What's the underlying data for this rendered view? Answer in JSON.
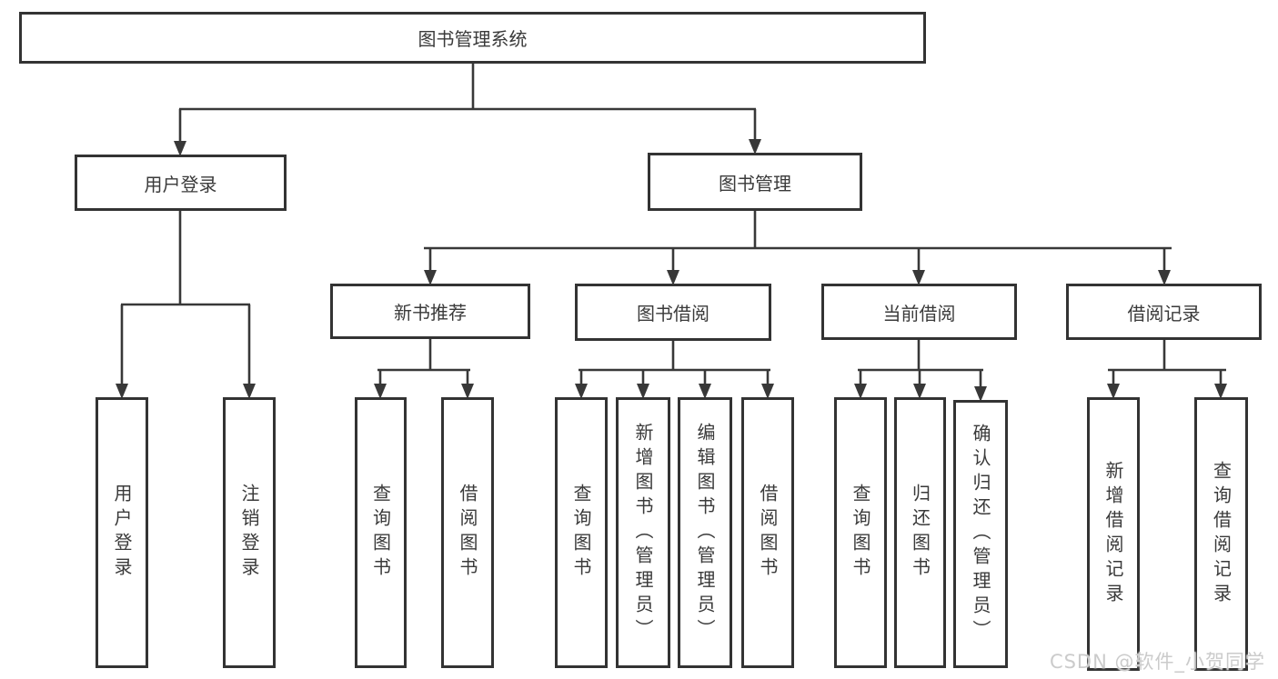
{
  "nodes": {
    "root": "图书管理系统",
    "level2": [
      "用户登录",
      "图书管理"
    ],
    "level3": [
      "新书推荐",
      "图书借阅",
      "当前借阅",
      "借阅记录"
    ],
    "login_children": [
      "用户登录",
      "注销登录"
    ],
    "recommend_children": [
      "查询图书",
      "借阅图书"
    ],
    "borrow_children": [
      "查询图书",
      "新增图书（管理员）",
      "编辑图书（管理员）",
      "借阅图书"
    ],
    "current_children": [
      "查询图书",
      "归还图书",
      "确认归还（管理员）"
    ],
    "record_children": [
      "新增借阅记录",
      "查询借阅记录"
    ]
  },
  "watermark": "CSDN @软件_小贺同学",
  "colors": {
    "line": "#383838",
    "box_border": "#333333",
    "text": "#3a3a3a",
    "watermark": "#cbcbcb",
    "background": "#ffffff"
  }
}
